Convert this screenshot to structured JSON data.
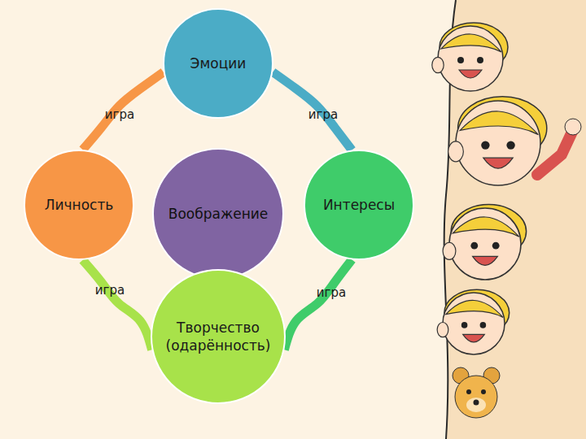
{
  "diagram": {
    "nodes": [
      {
        "text": [
          "Эмоции"
        ]
      },
      {
        "text": [
          "Личность"
        ]
      },
      {
        "text": [
          "Воображение"
        ]
      },
      {
        "text": [
          "Интересы"
        ]
      },
      {
        "text": [
          "Творчество (одарённость)"
        ]
      }
    ],
    "edges": [
      {
        "from": 0,
        "to": 3,
        "arrow": "none",
        "label": "игра"
      },
      {
        "from": 3,
        "to": 4,
        "arrow": "none",
        "label": "игра"
      },
      {
        "from": 4,
        "to": 1,
        "arrow": "none",
        "label": "игра"
      },
      {
        "from": 1,
        "to": 0,
        "arrow": "none",
        "label": "игра"
      }
    ]
  }
}
